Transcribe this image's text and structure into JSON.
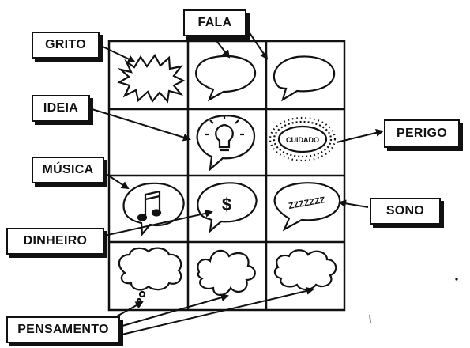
{
  "labels": {
    "grito": "GRITO",
    "fala": "FALA",
    "ideia": "IDEIA",
    "perigo": "PERIGO",
    "musica": "MÚSICA",
    "sono": "SONO",
    "dinheiro": "DINHEIRO",
    "pensamento": "PENSAMENTO"
  },
  "bubble_text": {
    "cuidado": "CUIDADO",
    "money": "$",
    "zzz": "ZZZZZZZ"
  },
  "icons": [
    "spiky-shout-balloon",
    "speech-balloon",
    "lightbulb-balloon",
    "danger-balloon",
    "music-note-balloon",
    "dollar-balloon",
    "sleep-balloon",
    "thought-cloud-balloon"
  ]
}
